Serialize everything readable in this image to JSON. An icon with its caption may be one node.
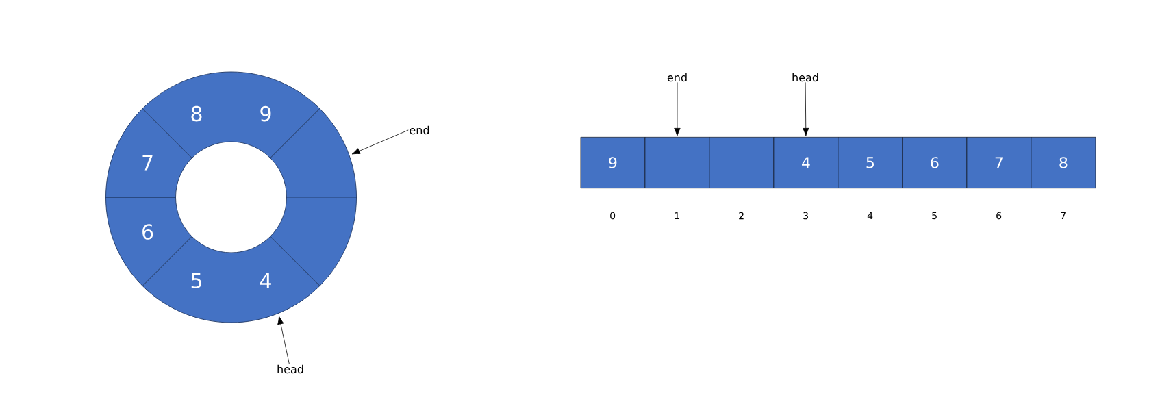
{
  "diagram": {
    "nodes": [
      {
        "text": [
          "8"
        ]
      },
      {
        "text": [
          "9"
        ]
      },
      {
        "text": [],
        "shape": "sector"
      },
      {
        "text": [],
        "shape": "sector"
      },
      {
        "text": [
          "4"
        ]
      },
      {
        "text": [
          "5"
        ]
      },
      {
        "text": [
          "6"
        ]
      },
      {
        "text": [
          "7"
        ]
      },
      {
        "text": [
          "end"
        ]
      },
      {
        "text": [
          "head"
        ]
      },
      {
        "text": [
          "end"
        ]
      },
      {
        "text": [
          "head"
        ]
      },
      {
        "text": [
          "9"
        ]
      },
      {
        "text": [],
        "shape": "box"
      },
      {
        "text": [],
        "shape": "box"
      },
      {
        "text": [
          "4"
        ]
      },
      {
        "text": [
          "5"
        ]
      },
      {
        "text": [
          "6"
        ]
      },
      {
        "text": [
          "7"
        ]
      },
      {
        "text": [
          "8"
        ]
      }
    ],
    "edges": [
      {
        "from": 8,
        "to": 2,
        "arrow": "to"
      },
      {
        "from": 9,
        "to": 4,
        "arrow": "to"
      },
      {
        "from": 10,
        "to": 13,
        "arrow": "to"
      },
      {
        "from": 11,
        "to": 15,
        "arrow": "to"
      }
    ],
    "labels": [
      "0",
      "1",
      "2",
      "3",
      "4",
      "5",
      "6",
      "7"
    ]
  }
}
